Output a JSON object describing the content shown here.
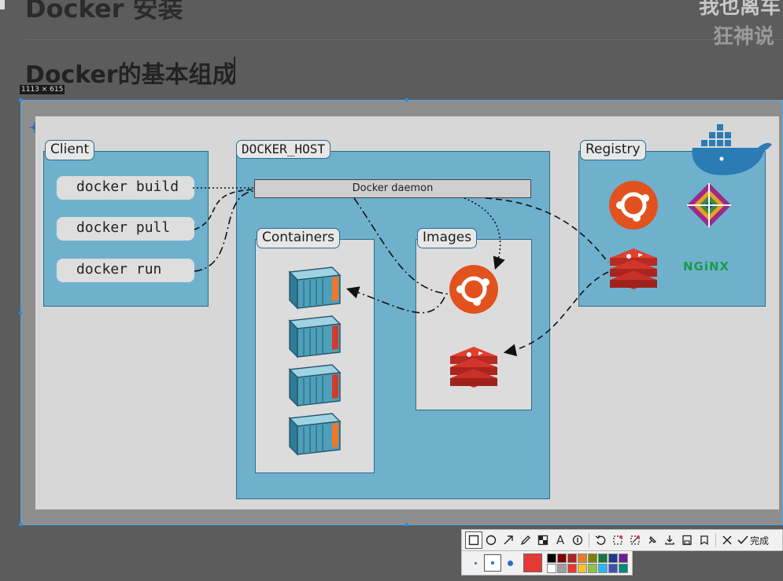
{
  "page": {
    "heading_top": "Docker 安装",
    "heading_main": "Docker的基本组成",
    "watermark_line1": "我也离车",
    "watermark_line2": "狂神说"
  },
  "capture": {
    "size_label": "1113 × 615"
  },
  "diagram": {
    "client_label": "Client",
    "commands": [
      "docker build",
      "docker pull",
      "docker run"
    ],
    "host_label": "DOCKER_HOST",
    "daemon_label": "Docker daemon",
    "containers_label": "Containers",
    "images_label": "Images",
    "registry_label": "Registry",
    "nginx_label": "NGiNX"
  },
  "toolbar": {
    "tools": [
      "rectangle-icon",
      "ellipse-icon",
      "arrow-icon",
      "pen-icon",
      "mosaic-icon",
      "text-icon",
      "number-icon",
      "undo-icon",
      "pin-icon",
      "crop-icon",
      "pin-window-icon",
      "download-icon",
      "save-icon",
      "copy-icon",
      "close-icon",
      "check-icon"
    ],
    "done_label": "完成",
    "current_color": "#e53935",
    "palette": [
      "#000000",
      "#7f0000",
      "#b22222",
      "#e67e22",
      "#808000",
      "#0f7a3c",
      "#1e3a8a",
      "#6a1b9a",
      "#ffffff",
      "#9e9e9e",
      "#e53935",
      "#f4c430",
      "#8bc34a",
      "#29b6f6",
      "#3f51b5",
      "#00897b"
    ]
  },
  "colors": {
    "panel_blue": "#6fb1cd",
    "panel_border": "#2d6c8a",
    "ubuntu_orange": "#e2521f",
    "redis_red": "#c8302a",
    "nginx_green": "#1c9a4a",
    "selection_blue": "#4aa8e8"
  }
}
